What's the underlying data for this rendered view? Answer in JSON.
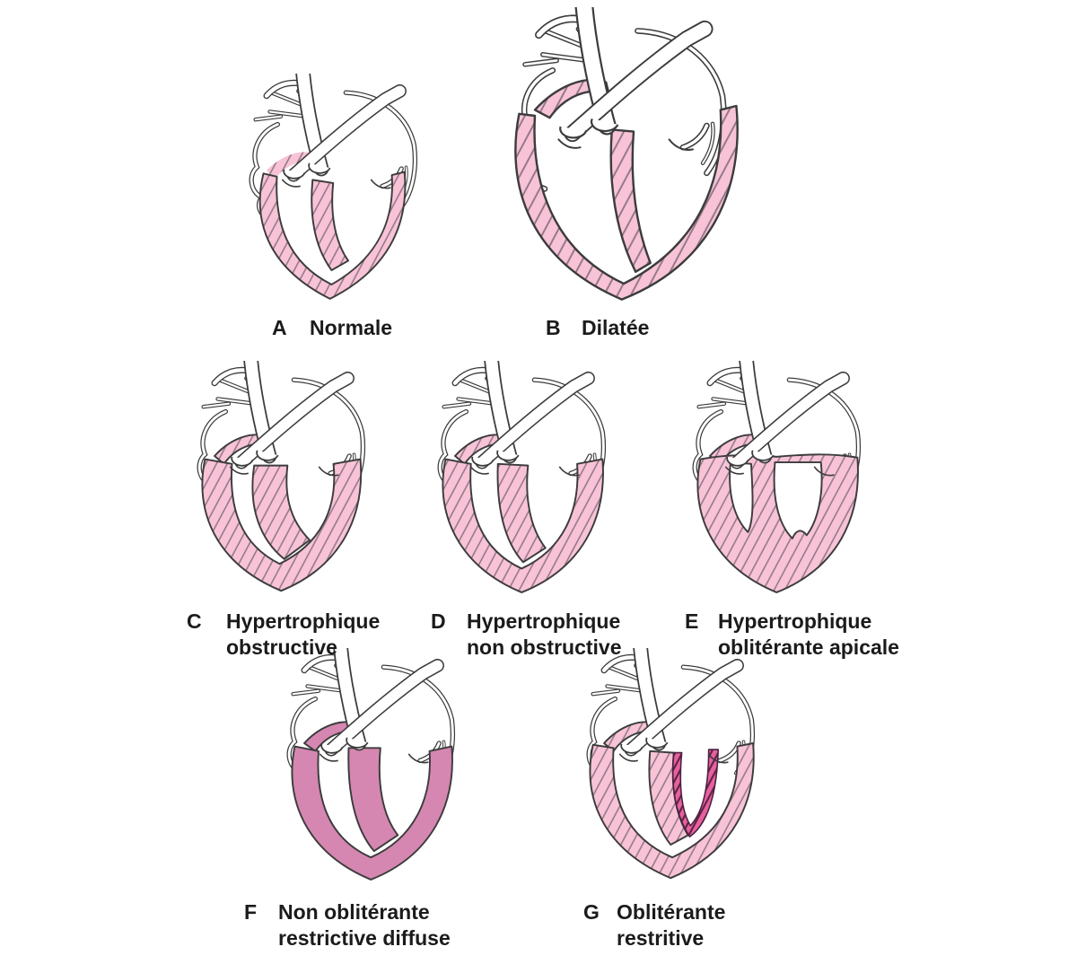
{
  "panels": [
    {
      "letter": "A",
      "label": "Normale"
    },
    {
      "letter": "B",
      "label": "Dilatée"
    },
    {
      "letter": "C",
      "label": "Hypertrophique\nobstructive"
    },
    {
      "letter": "D",
      "label": "Hypertrophique\nnon obstructive"
    },
    {
      "letter": "E",
      "label": "Hypertrophique\noblitérante apicale"
    },
    {
      "letter": "F",
      "label": "Non oblitérante\nrestrictive diffuse"
    },
    {
      "letter": "G",
      "label": "Oblitérante\nrestritive"
    }
  ],
  "colors": {
    "background": "#ffffff",
    "outline": "#3c3c3c",
    "wall_pink": "#f8c3d7",
    "hatch_line": "#8f7484",
    "solid_mauve": "#d587b1",
    "endocardial_pink": "#e8609f",
    "endocardial_hatch": "#5c2342",
    "label_text": "#1b1b1b"
  }
}
